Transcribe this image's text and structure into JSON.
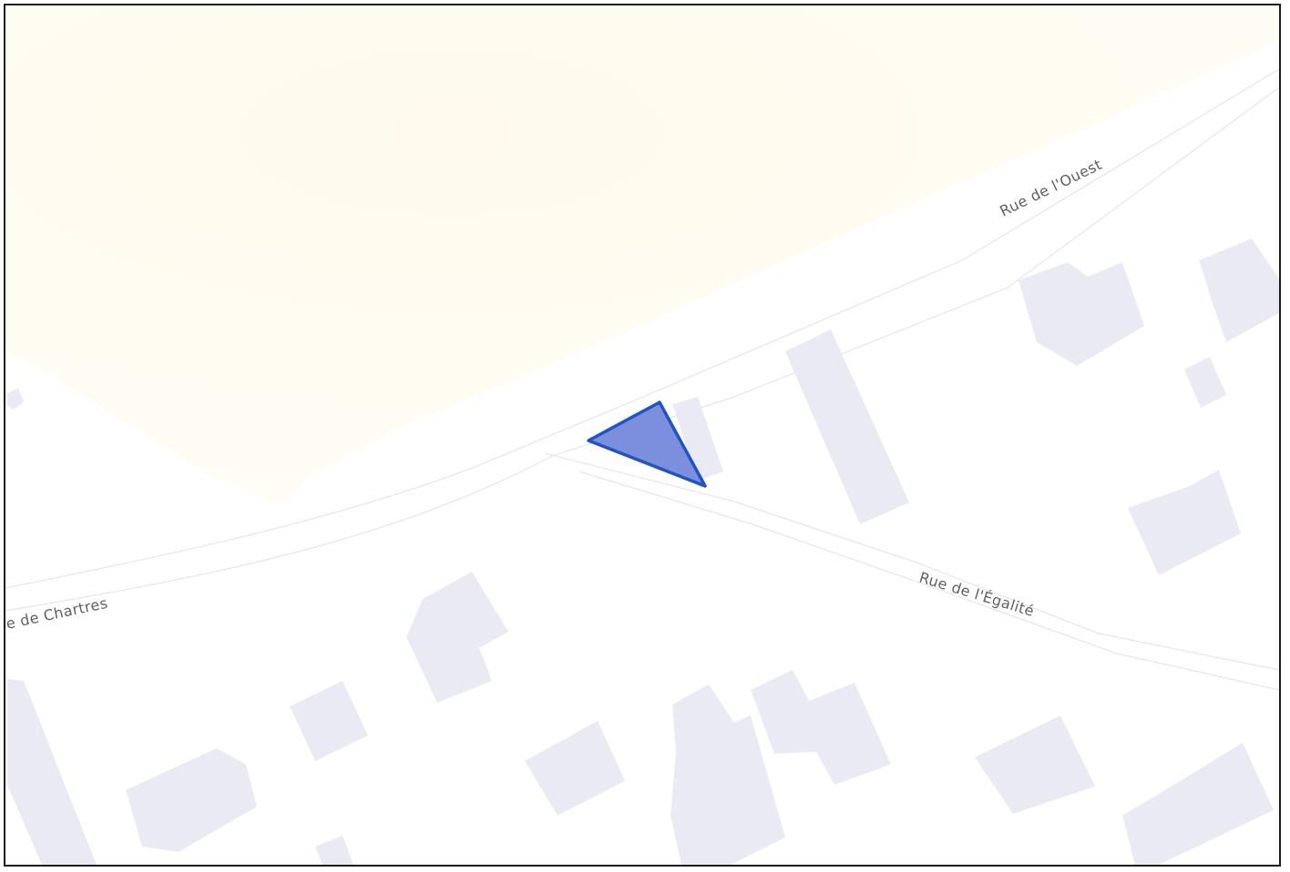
{
  "map": {
    "streets": {
      "rue_ouest": "Rue de l'Ouest",
      "rue_chartres": "e de Chartres",
      "rue_egalite": "Rue de l'Égalité"
    },
    "colors": {
      "park_fill": "#fffcf0",
      "building_fill": "#eaeaf4",
      "marker_fill": "#7b8fdc",
      "marker_stroke": "#1f54c4",
      "label_color": "#5f5f64"
    },
    "marker": {
      "shape": "triangle",
      "icon": "location-marker-triangle"
    }
  }
}
